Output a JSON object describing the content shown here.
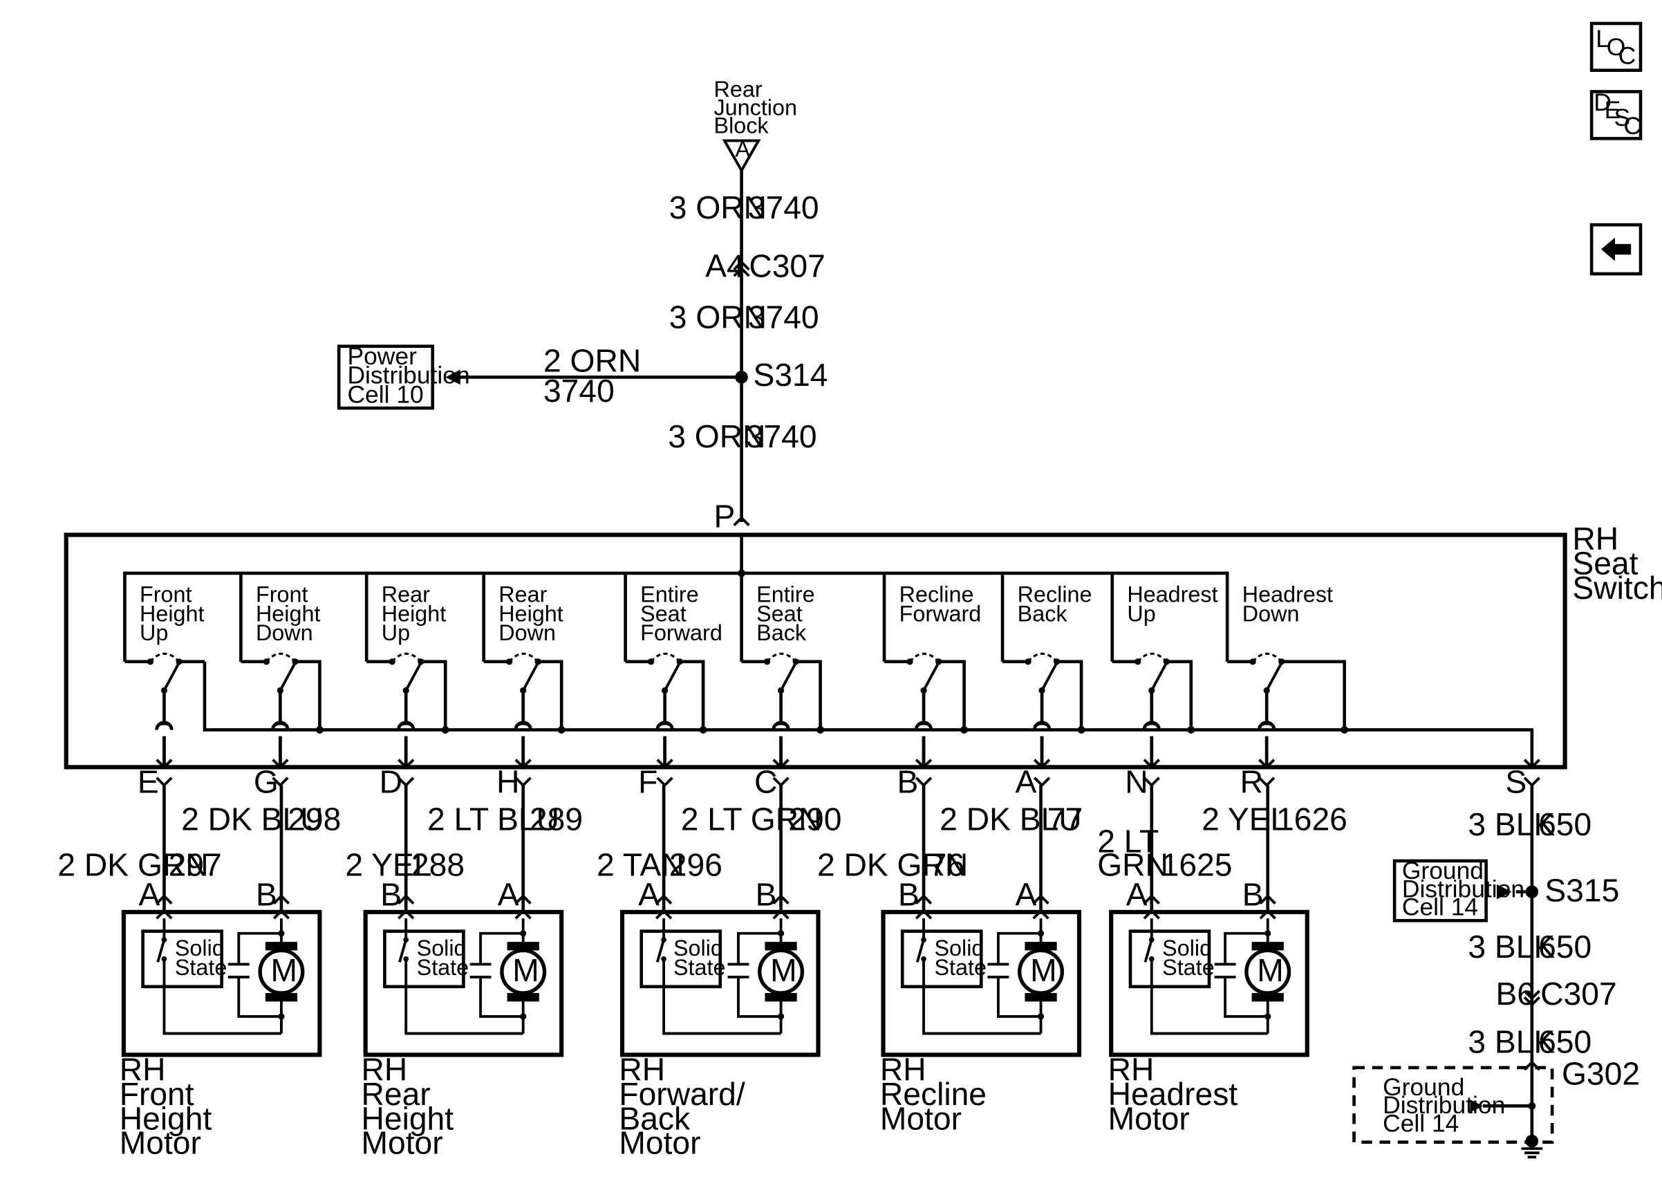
{
  "nav": {
    "loc": {
      "l": "L",
      "o": "O",
      "c": "C"
    },
    "desc": {
      "d": "D",
      "e": "E",
      "s": "S",
      "c": "C"
    },
    "back_icon": "left-arrow-icon"
  },
  "top": {
    "rjb_line1": "Rear",
    "rjb_line2": "Junction",
    "rjb_line3": "Block",
    "rjb_pin": "A",
    "w1_size": "3 ORN",
    "w1_circuit": "3740",
    "c307_pin": "A4",
    "c307": "C307",
    "w2_size": "3 ORN",
    "w2_circuit": "3740",
    "pd_line1": "Power",
    "pd_line2": "Distribution",
    "pd_line3": "Cell 10",
    "branch_size": "2 ORN",
    "branch_circuit": "3740",
    "splice": "S314",
    "w3_size": "3 ORN",
    "w3_circuit": "3740",
    "p_pin": "P"
  },
  "switch": {
    "name1": "RH",
    "name2": "Seat",
    "name3": "Switch",
    "s_pin": "S",
    "sections": [
      {
        "l1": "Front",
        "l2": "Height",
        "l3": "Up",
        "pin": "E"
      },
      {
        "l1": "Front",
        "l2": "Height",
        "l3": "Down",
        "pin": "G"
      },
      {
        "l1": "Rear",
        "l2": "Height",
        "l3": "Up",
        "pin": "D"
      },
      {
        "l1": "Rear",
        "l2": "Height",
        "l3": "Down",
        "pin": "H"
      },
      {
        "l1": "Entire",
        "l2": "Seat",
        "l3": "Forward",
        "pin": "F"
      },
      {
        "l1": "Entire",
        "l2": "Seat",
        "l3": "Back",
        "pin": "C"
      },
      {
        "l1": "Recline",
        "l2": "Forward",
        "l3": "",
        "pin": "B"
      },
      {
        "l1": "Recline",
        "l2": "Back",
        "l3": "",
        "pin": "A"
      },
      {
        "l1": "Headrest",
        "l2": "Up",
        "l3": "",
        "pin": "N"
      },
      {
        "l1": "Headrest",
        "l2": "Down",
        "l3": "",
        "pin": "R"
      }
    ]
  },
  "wires": {
    "w297": {
      "size": "2 DK GRN",
      "circuit": "297"
    },
    "w298": {
      "size": "2 DK BLU",
      "circuit": "298"
    },
    "w288": {
      "size": "2 YEL",
      "circuit": "288"
    },
    "w289": {
      "size": "2 LT BLU",
      "circuit": "289"
    },
    "w296": {
      "size": "2 TAN",
      "circuit": "296"
    },
    "w290": {
      "size": "2 LT GRN",
      "circuit": "290"
    },
    "w76": {
      "size": "2 DK GRN",
      "circuit": "76"
    },
    "w77": {
      "size": "2 DK BLU",
      "circuit": "77"
    },
    "w1625": {
      "size1": "2 LT",
      "size2": "GRN",
      "circuit": "1625"
    },
    "w1626": {
      "size": "2 YEL",
      "circuit": "1626"
    }
  },
  "motors": [
    {
      "n1": "RH",
      "n2": "Front",
      "n3": "Height",
      "n4": "Motor",
      "pinL": "A",
      "pinR": "B"
    },
    {
      "n1": "RH",
      "n2": "Rear",
      "n3": "Height",
      "n4": "Motor",
      "pinL": "B",
      "pinR": "A"
    },
    {
      "n1": "RH",
      "n2": "Forward/",
      "n3": "Back",
      "n4": "Motor",
      "pinL": "A",
      "pinR": "B"
    },
    {
      "n1": "RH",
      "n2": "Recline",
      "n3": "Motor",
      "n4": "",
      "pinL": "B",
      "pinR": "A"
    },
    {
      "n1": "RH",
      "n2": "Headrest",
      "n3": "Motor",
      "n4": "",
      "pinL": "A",
      "pinR": "B"
    }
  ],
  "motor_internal": {
    "solid1": "Solid",
    "solid2": "State",
    "m": "M"
  },
  "ground": {
    "w1_size": "3 BLK",
    "w1_circuit": "650",
    "gd1_l1": "Ground",
    "gd1_l2": "Distribution",
    "gd1_l3": "Cell 14",
    "splice": "S315",
    "w2_size": "3 BLK",
    "w2_circuit": "650",
    "c307_pin": "B6",
    "c307": "C307",
    "w3_size": "3 BLK",
    "w3_circuit": "650",
    "g302": "G302",
    "gd2_l1": "Ground",
    "gd2_l2": "Distribution",
    "gd2_l3": "Cell 14"
  }
}
